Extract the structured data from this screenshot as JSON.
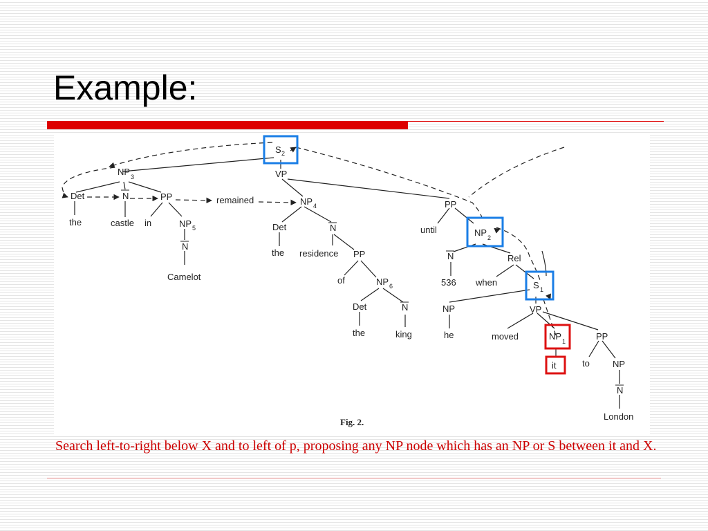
{
  "slide": {
    "title": "Example:",
    "caption": "Search left-to-right below X and to left of p, proposing any NP node which has an NP or S between it and X."
  },
  "colors": {
    "title_bar": "#dd0000",
    "caption_text": "#cc0000",
    "highlight_blue": "#1a7ee6",
    "highlight_red": "#dd1111"
  },
  "figure": {
    "caption": "Fig. 2.",
    "nodes": {
      "s2": {
        "label": "S",
        "sub": "2"
      },
      "np3": {
        "label": "NP",
        "sub": "3"
      },
      "vp_main": {
        "label": "VP"
      },
      "det1": {
        "label": "Det"
      },
      "n1": {
        "label": "N"
      },
      "pp1": {
        "label": "PP"
      },
      "remained": {
        "label": "remained"
      },
      "np4": {
        "label": "NP",
        "sub": "4"
      },
      "pp_until": {
        "label": "PP"
      },
      "the1": {
        "label": "the"
      },
      "castle": {
        "label": "castle"
      },
      "in": {
        "label": "in"
      },
      "np5": {
        "label": "NP",
        "sub": "5"
      },
      "n_camelot": {
        "label": "N"
      },
      "camelot": {
        "label": "Camelot"
      },
      "det2": {
        "label": "Det"
      },
      "n2": {
        "label": "N"
      },
      "the2": {
        "label": "the"
      },
      "residence": {
        "label": "residence"
      },
      "pp2": {
        "label": "PP"
      },
      "of": {
        "label": "of"
      },
      "np6": {
        "label": "NP",
        "sub": "6"
      },
      "det3": {
        "label": "Det"
      },
      "n3": {
        "label": "N"
      },
      "the3": {
        "label": "the"
      },
      "king": {
        "label": "king"
      },
      "until": {
        "label": "until"
      },
      "np2": {
        "label": "NP",
        "sub": "2"
      },
      "n536": {
        "label": "N"
      },
      "v536": {
        "label": "536"
      },
      "rel": {
        "label": "Rel"
      },
      "when": {
        "label": "when"
      },
      "s1": {
        "label": "S",
        "sub": "1"
      },
      "np_he": {
        "label": "NP"
      },
      "he": {
        "label": "he"
      },
      "vp_moved": {
        "label": "VP"
      },
      "moved": {
        "label": "moved"
      },
      "np1": {
        "label": "NP",
        "sub": "1"
      },
      "it": {
        "label": "it"
      },
      "pp3": {
        "label": "PP"
      },
      "to": {
        "label": "to"
      },
      "np_london": {
        "label": "NP"
      },
      "n_london": {
        "label": "N"
      },
      "london": {
        "label": "London"
      }
    }
  }
}
